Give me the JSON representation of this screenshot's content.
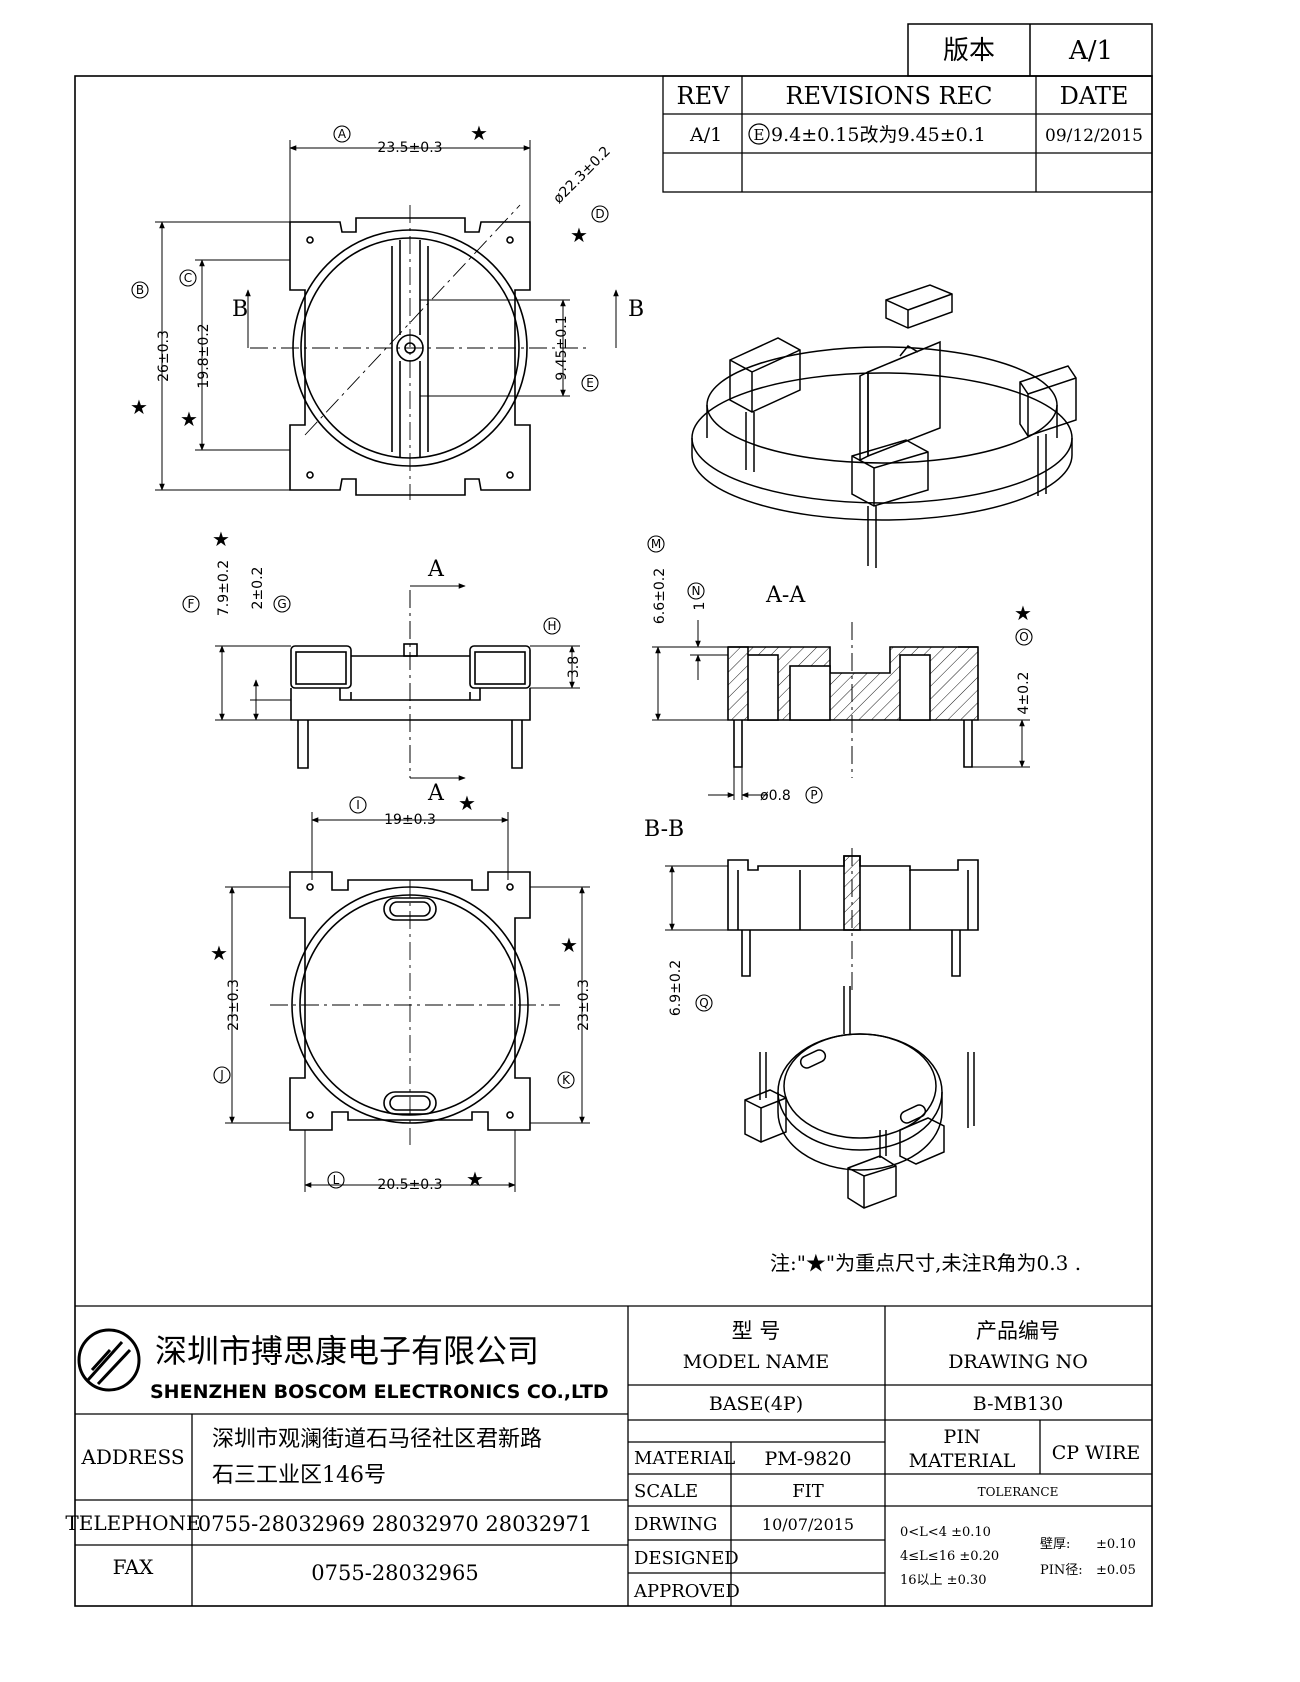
{
  "version_box": {
    "label": "版本",
    "value": "A/1"
  },
  "revisions": {
    "headers": {
      "rev": "REV",
      "rec": "REVISIONS REC",
      "date": "DATE"
    },
    "rows": [
      {
        "rev": "A/1",
        "mark": "E",
        "text": "9.4±0.15改为9.45±0.1",
        "date": "09/12/2015"
      }
    ]
  },
  "dimensions": {
    "d_a": "23.5±0.3",
    "d_b": "26±0.3",
    "d_c": "19.8±0.2",
    "d_d": "ø22.3±0.2",
    "d_e": "9.45±0.1",
    "d_f": "7.9±0.2",
    "d_g": "2±0.2",
    "d_h": "3.8",
    "d_m": "6.6±0.2",
    "d_n": "1",
    "d_o": "4±0.2",
    "d_p": "ø0.8",
    "d_i": "19±0.3",
    "d_j": "23±0.3",
    "d_k": "23±0.3",
    "d_l": "20.5±0.3",
    "d_q": "6.9±0.2"
  },
  "markers": {
    "a": "A",
    "b": "B",
    "c": "C",
    "d": "D",
    "e": "E",
    "f": "F",
    "g": "G",
    "h": "H",
    "i": "I",
    "j": "J",
    "k": "K",
    "l": "L",
    "m": "M",
    "n": "N",
    "o": "O",
    "p": "P",
    "q": "Q"
  },
  "sections": {
    "b": "B",
    "a": "A",
    "aa": "A-A",
    "bb": "B-B"
  },
  "star": "★",
  "note": "注:\"★\"为重点尺寸,未注R角为0.3 .",
  "company": {
    "name_cn": "深圳市搏思康电子有限公司",
    "name_en": "SHENZHEN BOSCOM ELECTRONICS CO.,LTD",
    "address_label": "ADDRESS",
    "address_line1": "深圳市观澜街道石马径社区君新路",
    "address_line2": "石三工业区146号",
    "telephone_label": "TELEPHONE",
    "telephone": "0755-28032969 28032970 28032971",
    "fax_label": "FAX",
    "fax": "0755-28032965"
  },
  "title_block": {
    "model_cn": "型    号",
    "model_en": "MODEL NAME",
    "drawing_cn": "产品编号",
    "drawing_en": "DRAWING NO",
    "model_value": "BASE(4P)",
    "drawing_value": "B-MB130",
    "material_label": "MATERIAL",
    "material_value": "PM-9820",
    "pin_label": "PIN",
    "pin_material_label": "MATERIAL",
    "pin_value": "CP WIRE",
    "tolerance_label": "TOLERANCE",
    "scale_label": "SCALE",
    "scale_value": "FIT",
    "drwing_label": "DRWING",
    "drwing_value": "10/07/2015",
    "designed_label": "DESIGNED",
    "approved_label": "APPROVED",
    "tol_1": "0<L<4     ±0.10",
    "tol_2": "4≤L≤16  ±0.20",
    "tol_3": "16以上     ±0.30",
    "wall_label": "壁厚:",
    "wall_value": "±0.10",
    "pin_dia_label": "PIN径:",
    "pin_dia_value": "±0.05"
  }
}
